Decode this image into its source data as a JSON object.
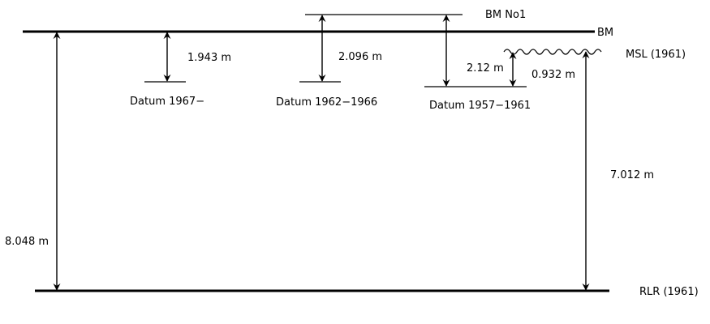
{
  "diagram": {
    "datum_1967": {
      "label": "Datum 1967−",
      "dimension": "1.943 m"
    },
    "datum_1962_1966": {
      "label": "Datum 1962−1966",
      "dimension": "2.096 m"
    },
    "datum_1957_1961": {
      "label": "Datum 1957−1961",
      "dimension": "2.12 m"
    },
    "bm_no1": {
      "label": "BM No1"
    },
    "bm": {
      "label": "BM"
    },
    "msl_1961": {
      "label": "MSL (1961)",
      "dimension_from_datum_1957_1961": "0.932 m",
      "dimension_to_rlr": "7.012 m"
    },
    "rlr_1961": {
      "label": "RLR (1961)",
      "dimension_from_bm": "8.048 m"
    }
  },
  "colors": {
    "line": "#000000",
    "background": "#ffffff"
  }
}
